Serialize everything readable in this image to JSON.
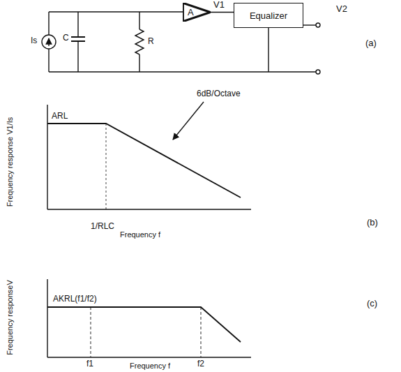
{
  "diagram": {
    "nodes": [
      {
        "text": [
          "A"
        ]
      },
      {
        "text": [
          "Equalizer"
        ]
      }
    ],
    "edges": [
      {
        "from": 0,
        "to": 1,
        "arrow": "none",
        "label": "V1"
      }
    ],
    "labels": [
      "Is",
      "C",
      "R",
      "V2",
      "(a)",
      "Frequency response V1/Is",
      "ARL",
      "6dB/Octave",
      "(b)",
      "1/RLC",
      "Frequency f",
      "Frequency responseV",
      "AKRL(f1/f2)",
      "(c)",
      "f1",
      "f2",
      "Frequency f"
    ]
  }
}
